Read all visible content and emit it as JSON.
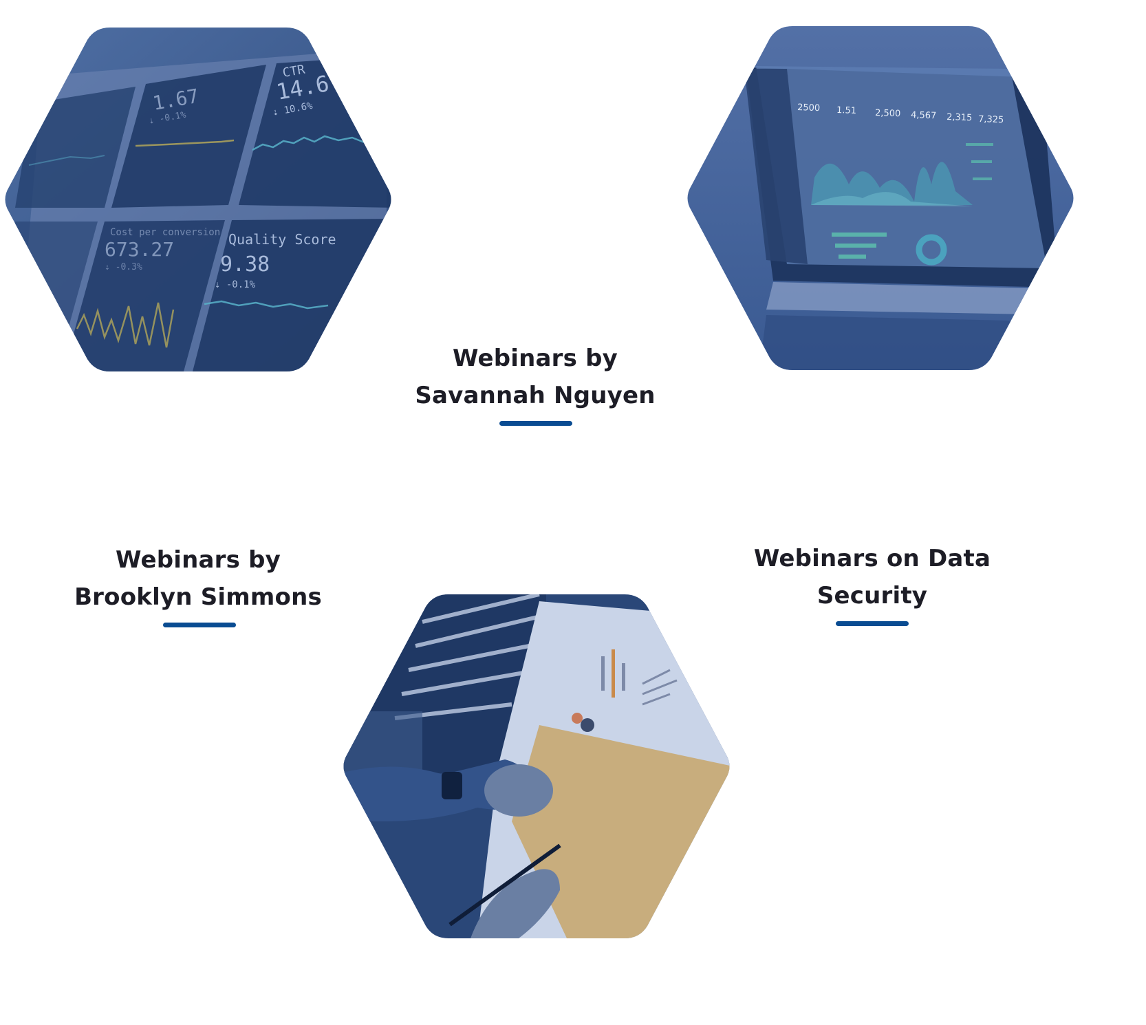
{
  "colors": {
    "accent": "#0a4c92",
    "title_text": "#1d1d26",
    "hex_overlay": "#3a5f9a",
    "hex_dark": "#1f3c6b"
  },
  "cards": [
    {
      "image_icon": "analytics-dashboard-image"
    },
    {
      "image_icon": "laptop-dashboard-image"
    },
    {
      "image_icon": "paper-charts-hands-image"
    }
  ],
  "titles": [
    {
      "line1": "Webinars by",
      "line2": "Savannah Nguyen"
    },
    {
      "line1": "Webinars by",
      "line2": "Brooklyn Simmons"
    },
    {
      "line1": "Webinars on Data",
      "line2": "Security"
    }
  ],
  "dashboard": {
    "ctr_label": "CTR",
    "ctr_value": "14.6",
    "ctr_change": "⇣ 10.6%",
    "cpc_value": "1.67",
    "cpc_change": "⇣ -0.1%",
    "cost_label": "Cost per conversion",
    "cost_value": "673.27",
    "cost_change": "⇣ -0.3%",
    "qs_label": "Quality Score",
    "qs_value": "9.38",
    "qs_change": "⇣ -0.1%"
  },
  "laptop": {
    "stats": [
      "2500",
      "1.51",
      "2,500",
      "4,567",
      "2,315",
      "7,325"
    ]
  }
}
